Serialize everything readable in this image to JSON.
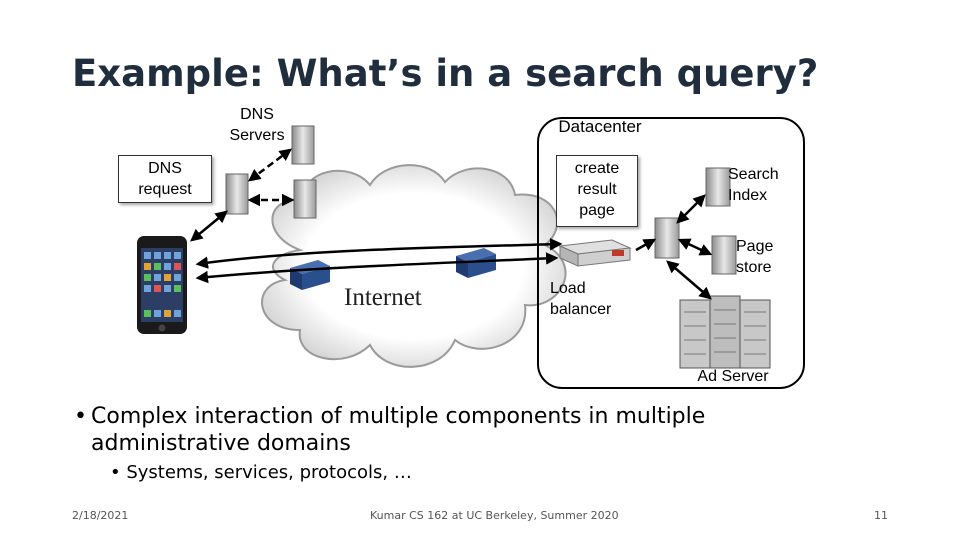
{
  "slide": {
    "title": "Example: What’s in a search query?",
    "labels": {
      "dns_servers": "DNS\nServers",
      "datacenter": "Datacenter",
      "dns_request": "DNS\nrequest",
      "create_result_page": "create\nresult\npage",
      "search_index": "Search\nIndex",
      "page_store": "Page\nstore",
      "load_balancer": "Load\nbalancer",
      "internet": "Internet",
      "ad_server": "Ad Server"
    },
    "bullets": {
      "level1": "Complex interaction of multiple components in multiple administrative domains",
      "level2": "Systems, services, protocols, …"
    },
    "footer": {
      "date": "2/18/2021",
      "course": "Kumar CS 162 at UC Berkeley, Summer 2020",
      "page": "11"
    }
  },
  "colors": {
    "title": "#1f2d3d",
    "switch_blue": "#2b4e8c",
    "cloud_shadow": "#b0b0b0"
  }
}
